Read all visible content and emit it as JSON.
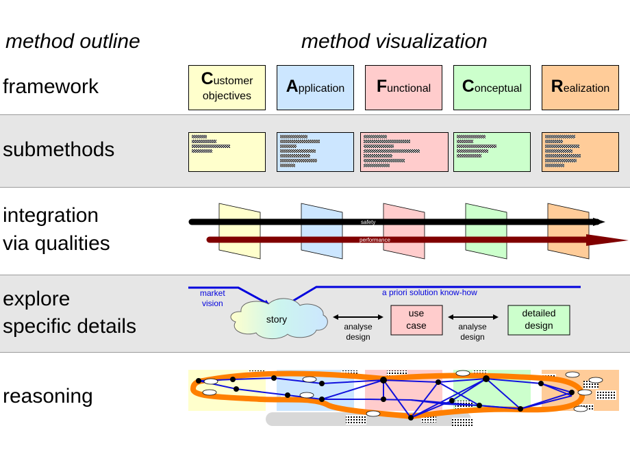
{
  "headers": {
    "outline": "method outline",
    "visualization": "method visualization"
  },
  "rows": {
    "framework": "framework",
    "submethods": "submethods",
    "integration_line1": "integration",
    "integration_line2": "via qualities",
    "explore_line1": "explore",
    "explore_line2": "specific details",
    "reasoning": "reasoning"
  },
  "framework": [
    {
      "initial": "C",
      "rest": "ustomer",
      "line2": "objectives",
      "color": "#ffffcc"
    },
    {
      "initial": "A",
      "rest": "pplication",
      "line2": "",
      "color": "#cce6ff"
    },
    {
      "initial": "F",
      "rest": "unctional",
      "line2": "",
      "color": "#ffcccc"
    },
    {
      "initial": "C",
      "rest": "onceptual",
      "line2": "",
      "color": "#ccffcc"
    },
    {
      "initial": "R",
      "rest": "ealization",
      "line2": "",
      "color": "#ffcc99"
    }
  ],
  "qualities": {
    "safety": "safety",
    "performance": "performance"
  },
  "explore": {
    "market_vision_1": "market",
    "market_vision_2": "vision",
    "know_how": "a priori solution know-how",
    "story": "story",
    "analyse_1a": "analyse",
    "analyse_1b": "design",
    "use_case_1": "use",
    "use_case_2": "case",
    "analyse_2a": "analyse",
    "analyse_2b": "design",
    "detailed_1": "detailed",
    "detailed_2": "design"
  },
  "colors": {
    "customer": "#ffffcc",
    "application": "#cce6ff",
    "functional": "#ffcccc",
    "conceptual": "#ccffcc",
    "realization": "#ffcc99",
    "safety_line": "#000000",
    "performance_line": "#800000",
    "explore_arrow": "#0000dd",
    "reasoning_thread": "#ff7f00"
  }
}
